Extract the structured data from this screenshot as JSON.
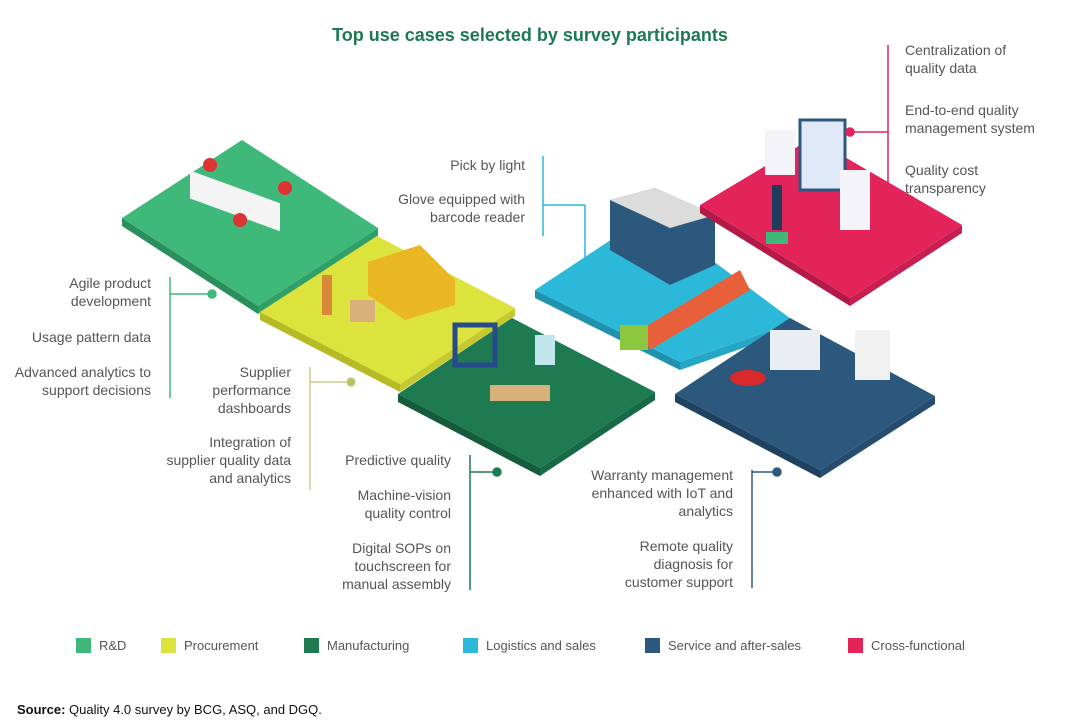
{
  "title": "Top use cases selected by survey participants",
  "colors": {
    "rd": "#3fb97a",
    "procurement": "#dde33d",
    "manufacturing": "#1e7a50",
    "logistics": "#2cb9d9",
    "service": "#2d587e",
    "cross": "#e2245a"
  },
  "groups": {
    "rd": {
      "items": [
        "Agile product development",
        "Usage pattern data",
        "Advanced analytics to support decisions"
      ]
    },
    "procurement": {
      "items": [
        "Supplier performance dashboards",
        "Integration of supplier quality data and analytics"
      ]
    },
    "manufacturing": {
      "items": [
        "Predictive quality",
        "Machine-vision quality control",
        "Digital SOPs on touchscreen for manual assembly"
      ]
    },
    "logistics": {
      "items": [
        "Pick by light",
        "Glove equipped with barcode reader"
      ]
    },
    "service": {
      "items": [
        "Warranty management enhanced with IoT and analytics",
        "Remote quality diagnosis for customer support"
      ]
    },
    "cross": {
      "items": [
        "Centralization of quality data",
        "End-to-end quality management system",
        "Quality cost transparency"
      ]
    }
  },
  "legend": [
    "R&D",
    "Procurement",
    "Manufacturing",
    "Logistics and sales",
    "Service and after-sales",
    "Cross-functional"
  ],
  "source": {
    "label": "Source:",
    "text": " Quality 4.0 survey by BCG, ASQ, and DGQ."
  }
}
